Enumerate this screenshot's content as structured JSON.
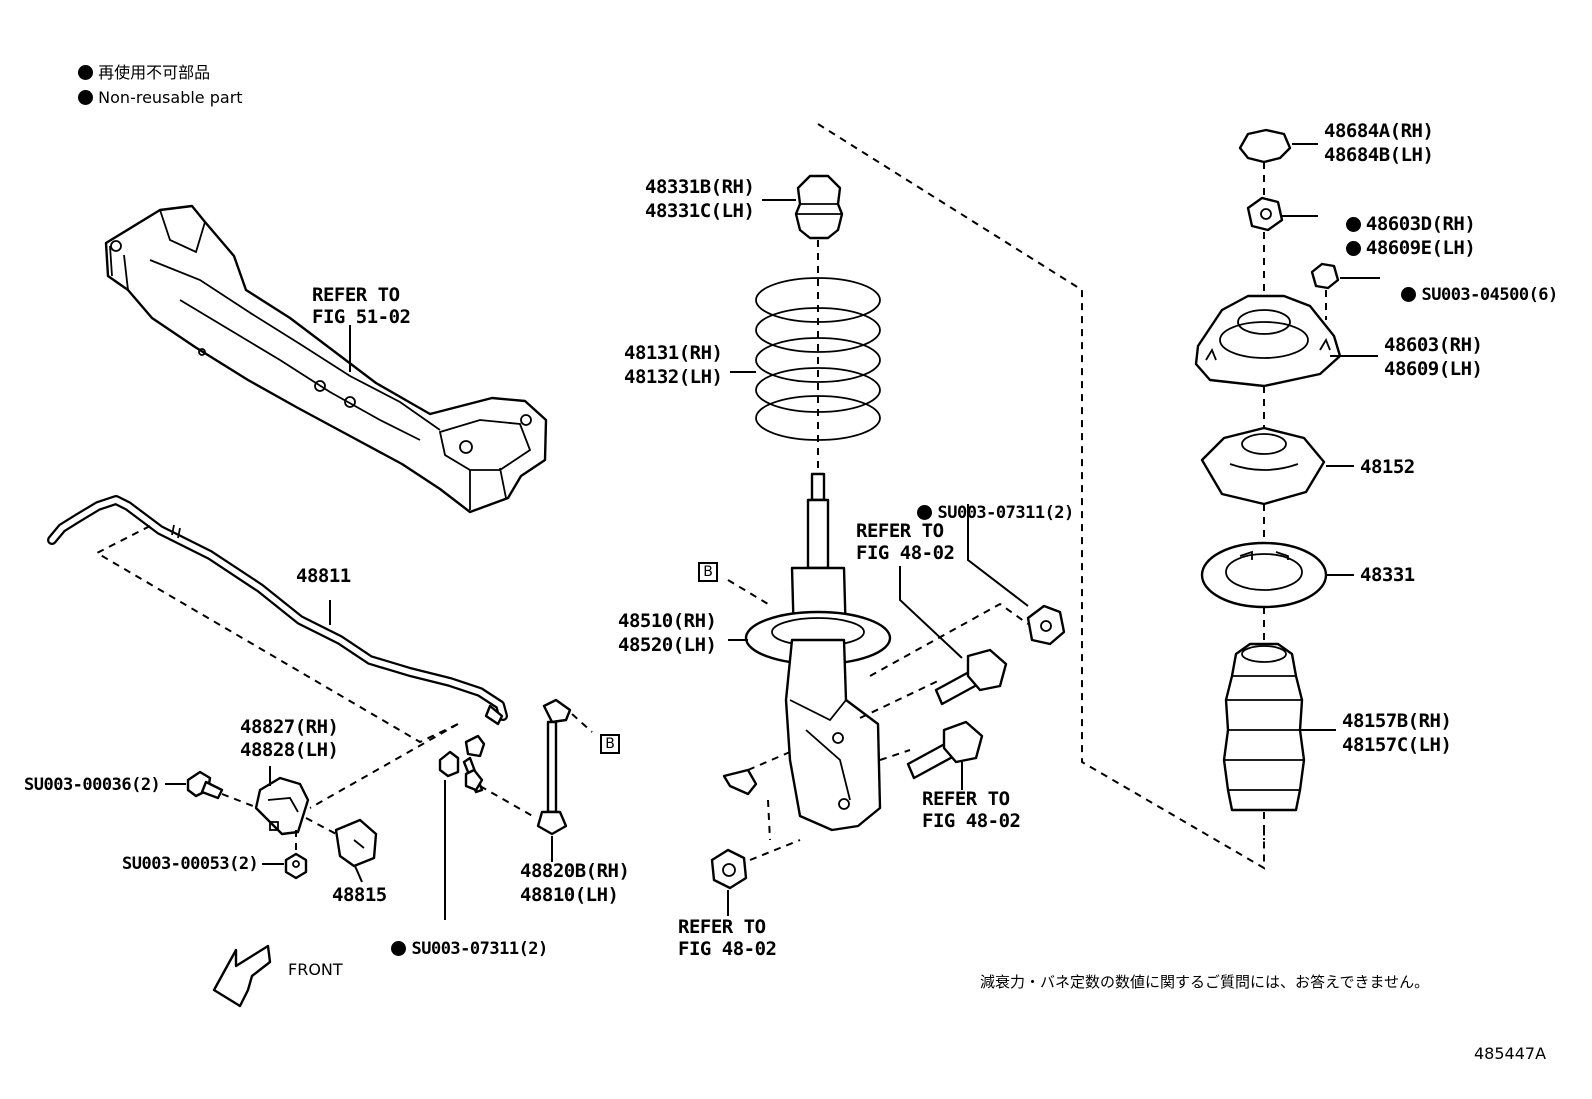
{
  "legend": {
    "jp": "再使用不可部品",
    "en": "Non-reusable part"
  },
  "labels": {
    "refer_fig_51_02_a": "REFER TO",
    "refer_fig_51_02_b": "FIG 51-02",
    "p48811": "48811",
    "p48827": "48827(RH)",
    "p48828": "48828(LH)",
    "su00036": "SU003-00036(2)",
    "su00053": "SU003-00053(2)",
    "p48815": "48815",
    "su07311_bottom": "SU003-07311(2)",
    "p48820b": "48820B(RH)",
    "p48810": "48810(LH)",
    "front": "FRONT",
    "p48331b": "48331B(RH)",
    "p48331c": "48331C(LH)",
    "p48131": "48131(RH)",
    "p48132": "48132(LH)",
    "box_b": "B",
    "p48510": "48510(RH)",
    "p48520": "48520(LH)",
    "su07311_top": "SU003-07311(2)",
    "refer_fig_48_02_top_a": "REFER TO",
    "refer_fig_48_02_top_b": "FIG 48-02",
    "refer_fig_48_02_mid_a": "REFER TO",
    "refer_fig_48_02_mid_b": "FIG 48-02",
    "refer_fig_48_02_bot_a": "REFER TO",
    "refer_fig_48_02_bot_b": "FIG 48-02",
    "p48684a": "48684A(RH)",
    "p48684b": "48684B(LH)",
    "p48603d": "48603D(RH)",
    "p48609e": "48609E(LH)",
    "su04500": "SU003-04500(6)",
    "p48603": "48603(RH)",
    "p48609": "48609(LH)",
    "p48152": "48152",
    "p48331": "48331",
    "p48157b": "48157B(RH)",
    "p48157c": "48157C(LH)",
    "note_jp": "減衰力・バネ定数の数値に関するご質問には、お答えできません。",
    "figure_id": "485447A"
  },
  "colors": {
    "ink": "#000000",
    "background": "#ffffff"
  },
  "icons": [
    "non-reusable-dot-icon",
    "front-arrow-icon"
  ]
}
